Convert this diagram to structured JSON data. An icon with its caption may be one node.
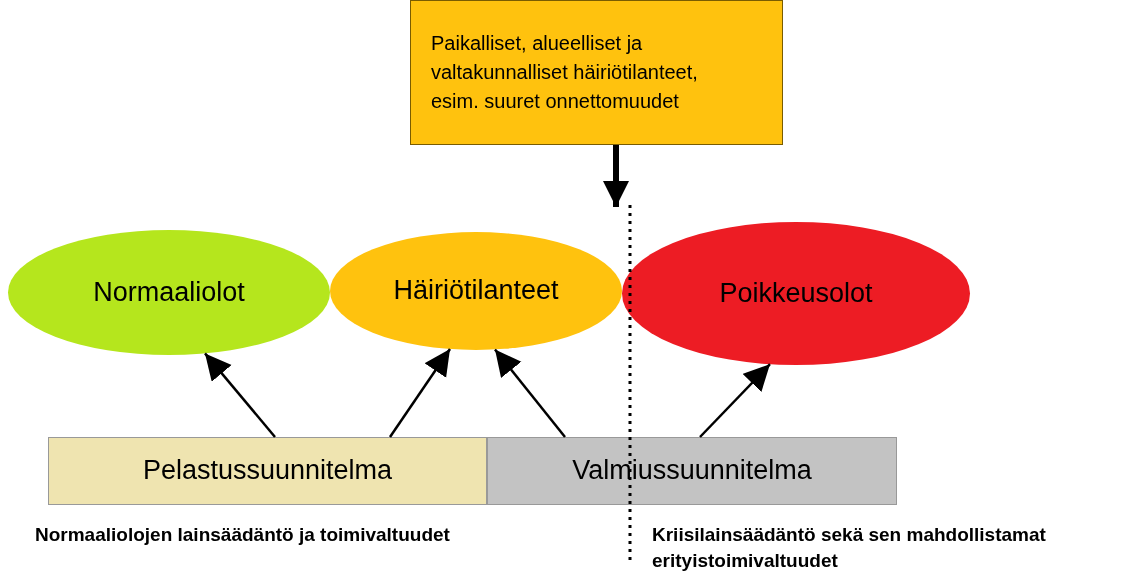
{
  "diagram": {
    "nodes": [
      {
        "text": [
          "Paikalliset, alueelliset ja valtakunnalliset häiriötilanteet, esim. suuret onnettomuudet"
        ]
      },
      {
        "text": [
          "Normaaliolot"
        ]
      },
      {
        "text": [
          "Häiriötilanteet"
        ]
      },
      {
        "text": [
          "Poikkeusolot"
        ]
      },
      {
        "text": [
          "Pelastussuunnitelma"
        ]
      },
      {
        "text": [
          "Valmiussuunnitelma"
        ]
      }
    ],
    "edges": [
      {
        "from": 0,
        "to": 2,
        "arrow": "to",
        "style": "thick"
      },
      {
        "from": 4,
        "to": 1,
        "arrow": "to"
      },
      {
        "from": 4,
        "to": 2,
        "arrow": "to"
      },
      {
        "from": 5,
        "to": 2,
        "arrow": "to"
      },
      {
        "from": 5,
        "to": 3,
        "arrow": "to"
      }
    ],
    "labels": [
      "Normaaliolojen lainsäädäntö ja toimivaltuudet",
      "Kriisilainsäädäntö sekä sen mahdollistamat erityistoimivaltuudet"
    ]
  }
}
